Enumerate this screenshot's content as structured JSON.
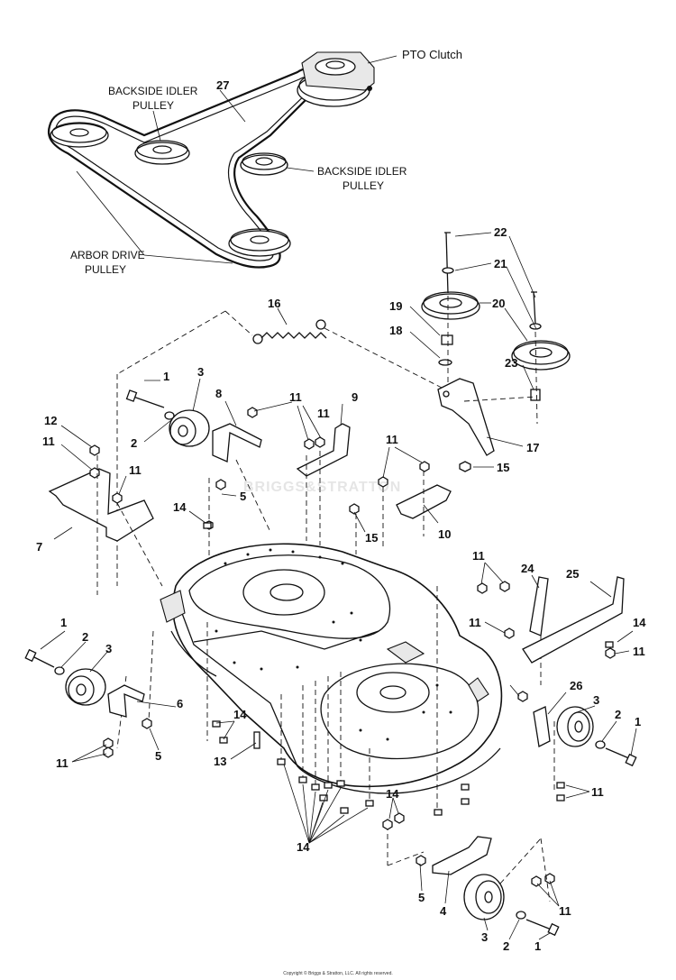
{
  "diagram": {
    "callouts": {
      "pto": "PTO Clutch",
      "idler_top": [
        "BACKSIDE IDLER",
        "PULLEY"
      ],
      "idler_right": [
        "BACKSIDE IDLER",
        "PULLEY"
      ],
      "arbor": [
        "ARBOR DRIVE",
        "PULLEY"
      ]
    },
    "part_numbers": [
      "27",
      "22",
      "21",
      "20",
      "19",
      "18",
      "23",
      "17",
      "16",
      "15",
      "1",
      "3",
      "8",
      "11",
      "9",
      "12",
      "11",
      "11",
      "2",
      "11",
      "5",
      "11",
      "7",
      "14",
      "15",
      "10",
      "11",
      "24",
      "25",
      "11",
      "14",
      "11",
      "1",
      "2",
      "3",
      "6",
      "5",
      "11",
      "14",
      "13",
      "26",
      "3",
      "2",
      "1",
      "11",
      "14",
      "14",
      "5",
      "4",
      "11",
      "3",
      "2",
      "1"
    ],
    "watermark": "BRIGGS&STRATTON",
    "copyright": "Copyright © Briggs & Stratton, LLC. All rights reserved."
  }
}
